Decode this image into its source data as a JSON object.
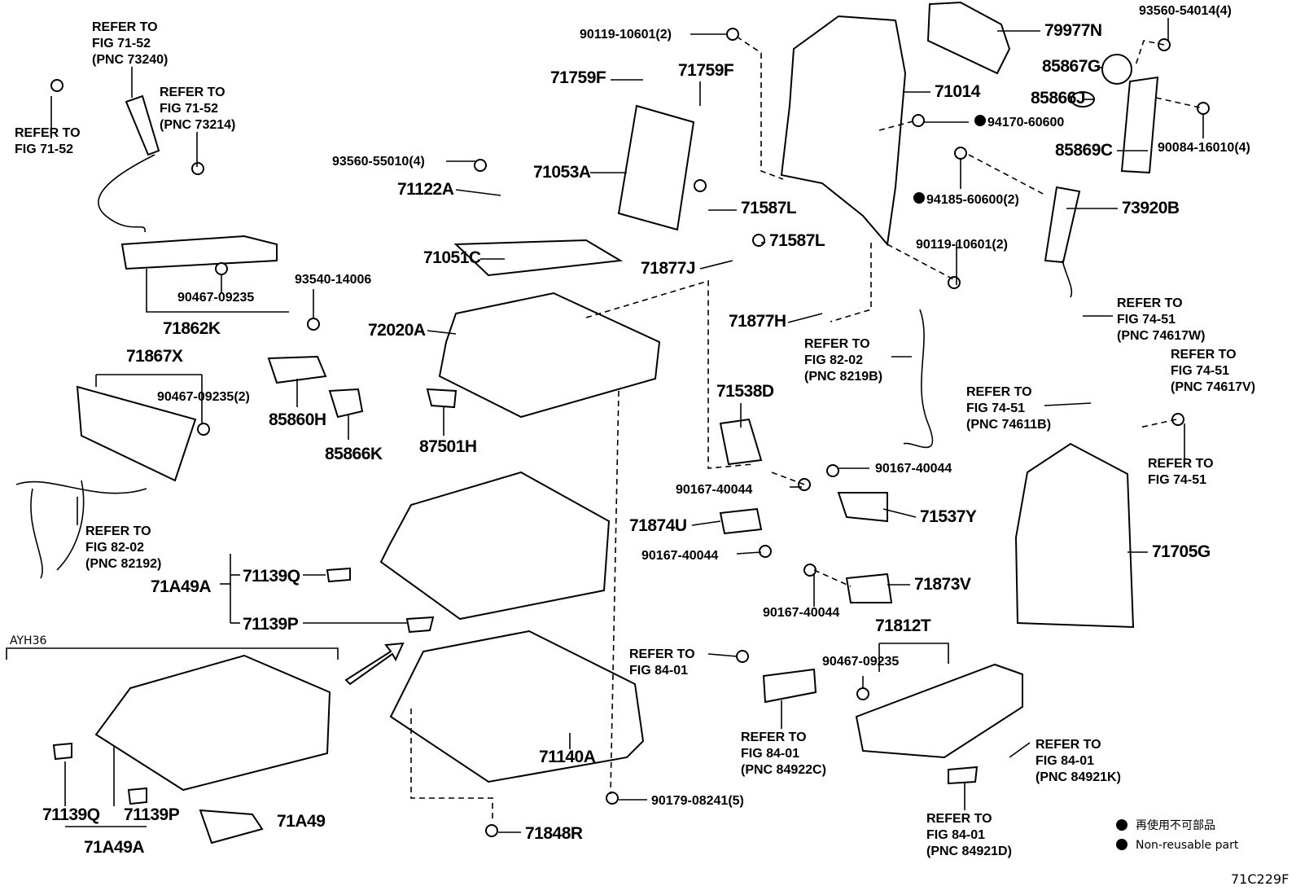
{
  "diagram": {
    "figure_code": "71C229F",
    "variant_label": "AYH36",
    "legend": {
      "marker": "filled-circle",
      "lines": [
        "再使用不可部品",
        "Non-reusable part"
      ]
    },
    "labels": [
      {
        "lines": [
          "REFER TO",
          "FIG 71-52",
          "(PNC 73240)"
        ]
      },
      {
        "lines": [
          "REFER TO",
          "FIG 71-52",
          "(PNC 73214)"
        ]
      },
      {
        "lines": [
          "REFER TO",
          "FIG 71-52"
        ]
      },
      {
        "lines": [
          "90467-09235"
        ]
      },
      {
        "lines": [
          "71862K"
        ]
      },
      {
        "lines": [
          "71867X"
        ]
      },
      {
        "lines": [
          "90467-09235(2)"
        ]
      },
      {
        "lines": [
          "REFER TO",
          "FIG 82-02",
          "(PNC 82192)"
        ]
      },
      {
        "lines": [
          "71A49A"
        ]
      },
      {
        "lines": [
          "71139Q"
        ]
      },
      {
        "lines": [
          "71139P"
        ]
      },
      {
        "lines": [
          "71139Q"
        ]
      },
      {
        "lines": [
          "71139P"
        ]
      },
      {
        "lines": [
          "71A49A"
        ]
      },
      {
        "lines": [
          "71A49"
        ]
      },
      {
        "lines": [
          "90119-10601(2)"
        ]
      },
      {
        "lines": [
          "71759F"
        ]
      },
      {
        "lines": [
          "71759F"
        ]
      },
      {
        "lines": [
          "93560-55010(4)"
        ]
      },
      {
        "lines": [
          "71053A"
        ]
      },
      {
        "lines": [
          "71122A"
        ]
      },
      {
        "lines": [
          "71051C"
        ]
      },
      {
        "lines": [
          "71587L"
        ]
      },
      {
        "lines": [
          "71587L"
        ]
      },
      {
        "lines": [
          "71877J"
        ]
      },
      {
        "lines": [
          "93540-14006"
        ]
      },
      {
        "lines": [
          "72020A"
        ]
      },
      {
        "lines": [
          "85860H"
        ]
      },
      {
        "lines": [
          "85866K"
        ]
      },
      {
        "lines": [
          "87501H"
        ]
      },
      {
        "lines": [
          "71877H"
        ]
      },
      {
        "lines": [
          "REFER TO",
          "FIG 82-02",
          "(PNC 8219B)"
        ]
      },
      {
        "lines": [
          "71538D"
        ]
      },
      {
        "lines": [
          "90167-40044"
        ]
      },
      {
        "lines": [
          "90167-40044"
        ]
      },
      {
        "lines": [
          "71537Y"
        ]
      },
      {
        "lines": [
          "71874U"
        ]
      },
      {
        "lines": [
          "90167-40044"
        ]
      },
      {
        "lines": [
          "71873V"
        ]
      },
      {
        "lines": [
          "90167-40044"
        ]
      },
      {
        "lines": [
          "71812T"
        ]
      },
      {
        "lines": [
          "90467-09235"
        ]
      },
      {
        "lines": [
          "REFER TO",
          "FIG 84-01"
        ]
      },
      {
        "lines": [
          "REFER TO",
          "FIG 84-01",
          "(PNC 84922C)"
        ]
      },
      {
        "lines": [
          "71140A"
        ]
      },
      {
        "lines": [
          "90179-08241(5)"
        ]
      },
      {
        "lines": [
          "71848R"
        ]
      },
      {
        "lines": [
          "REFER TO",
          "FIG 84-01",
          "(PNC 84921K)"
        ]
      },
      {
        "lines": [
          "REFER TO",
          "FIG 84-01",
          "(PNC 84921D)"
        ]
      },
      {
        "lines": [
          "79977N"
        ]
      },
      {
        "lines": [
          "93560-54014(4)"
        ]
      },
      {
        "lines": [
          "85867G"
        ]
      },
      {
        "lines": [
          "71014"
        ]
      },
      {
        "lines": [
          "85866J"
        ]
      },
      {
        "lines": [
          "94170-60600"
        ],
        "non_reusable": true
      },
      {
        "lines": [
          "85869C"
        ]
      },
      {
        "lines": [
          "90084-16010(4)"
        ]
      },
      {
        "lines": [
          "94185-60600(2)"
        ],
        "non_reusable": true
      },
      {
        "lines": [
          "73920B"
        ]
      },
      {
        "lines": [
          "90119-10601(2)"
        ]
      },
      {
        "lines": [
          "REFER TO",
          "FIG 74-51",
          "(PNC 74617W)"
        ]
      },
      {
        "lines": [
          "REFER TO",
          "FIG 74-51",
          "(PNC 74617V)"
        ]
      },
      {
        "lines": [
          "REFER TO",
          "FIG 74-51",
          "(PNC 74611B)"
        ]
      },
      {
        "lines": [
          "REFER TO",
          "FIG 74-51"
        ]
      },
      {
        "lines": [
          "71705G"
        ]
      }
    ]
  }
}
